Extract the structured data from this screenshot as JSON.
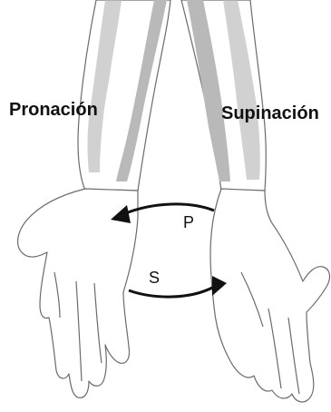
{
  "labels": {
    "left": "Pronación",
    "right": "Supinación",
    "arrow_p": "P",
    "arrow_s": "S"
  },
  "colors": {
    "outline": "#6b6b6b",
    "bone": "#b9b9b9",
    "arrow": "#111111"
  }
}
